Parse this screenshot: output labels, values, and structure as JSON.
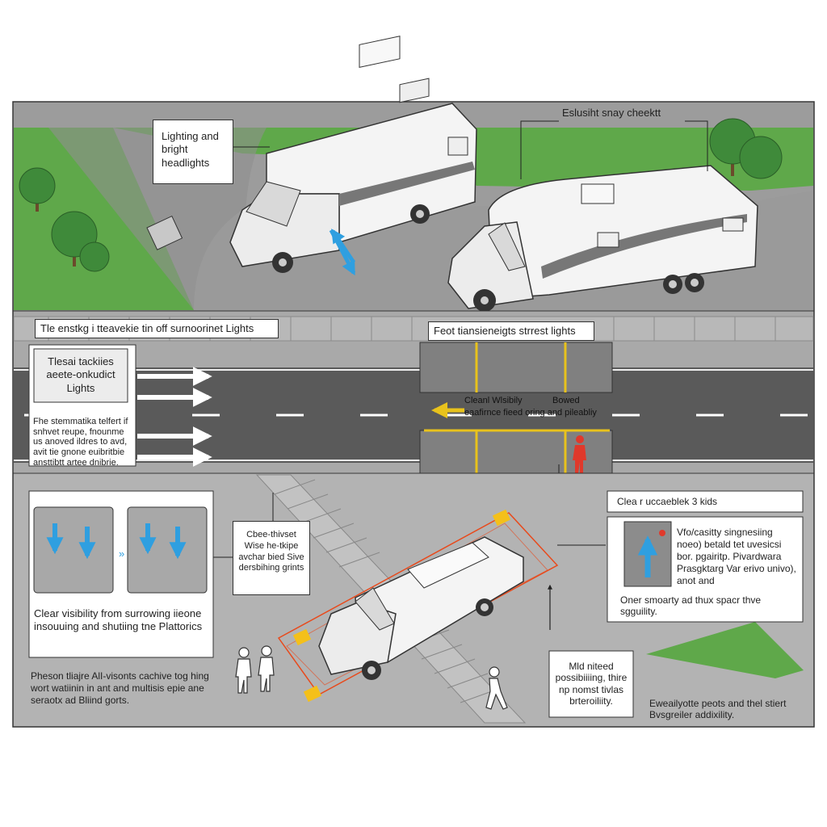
{
  "colors": {
    "road": "#595959",
    "pavement": "#a9a9a9",
    "lot": "#b5b5b5",
    "grass": "#5fa84a",
    "lane_yellow": "#e8c21c",
    "arrow_blue": "#2f9fe0",
    "pedestrian_red": "#e0392b",
    "zone_orange": "#e84a1c"
  },
  "labels": {
    "lights_bright": "Lighting and bright headlights",
    "checklist": "Eslusiht snay cheektt",
    "surrounding": "Tle enstkg i tteavekie tin off surnoorinet Lights",
    "street_lights": "Feot tiansieneigts strrest lights",
    "tackles_title": "Tlesai tackiies aeete-onkudict Lights",
    "tackles_body": "Fhe stemmatika telfert if snhvet reupe, fnounme us anoved ildres to avd, avit tie gnone euibritbie ansttibtt artee dnibrie.",
    "visibility_lane": "Cleanl Wlsibily",
    "bowed": "Bowed",
    "distance": "eaafirnce fieed oring and pileabliy",
    "visibility_surround": "Clear visibility from surrowing iieone insouuing and shutiing tne Plattorics",
    "check_shift": "Cbee-thivset Wise he-tkipe avchar bied Sive dersbihing grints",
    "check_kids": "Clea r uccaeblek 3 kids",
    "marking": "Vfo/casitty singnesiing noeo) betald tet uvesicsi bor. pgairitp. Pivardwara Prasgktarg Var erivo univo), anot and",
    "signal": "Oner smoarty ad thux spacr thve sgguility.",
    "pedestrian": "Pheson tliajre AlI-visonts cachive tog hing wort watiinin in ant and multisis epie ane seraotx ad Bliind gorts.",
    "mid": "Mld niteed possibiiiing, thire np nomst tivlas brteroiliity.",
    "bottom_right": "Eweailyotte peots and thel stiert Bvsgreiler addixility."
  },
  "icons": [
    "rv-motorhome-icon",
    "rv-trailer-icon",
    "tree-icon",
    "person-icon",
    "walking-person-icon",
    "red-pedestrian-icon",
    "arrow-icon",
    "bin-icon"
  ]
}
